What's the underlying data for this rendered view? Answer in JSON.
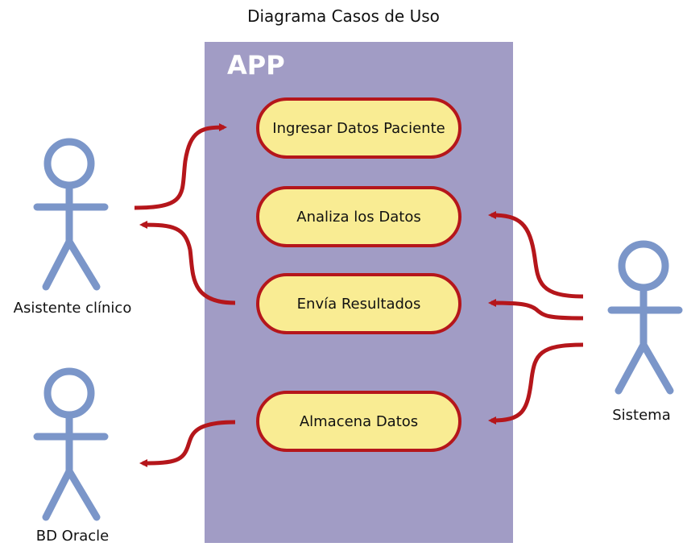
{
  "diagram": {
    "title": "Diagrama Casos de Uso",
    "system_label": "APP",
    "use_cases": [
      "Ingresar Datos Paciente",
      "Analiza los Datos",
      "Envía Resultados",
      "Almacena Datos"
    ],
    "actors": [
      "Asistente clínico",
      "BD Oracle",
      "Sistema"
    ],
    "colors": {
      "system_fill": "#a19cc5",
      "usecase_fill": "#f9ec93",
      "usecase_border": "#b5161b",
      "arrow": "#b5161b",
      "actor": "#7b96c9"
    }
  }
}
